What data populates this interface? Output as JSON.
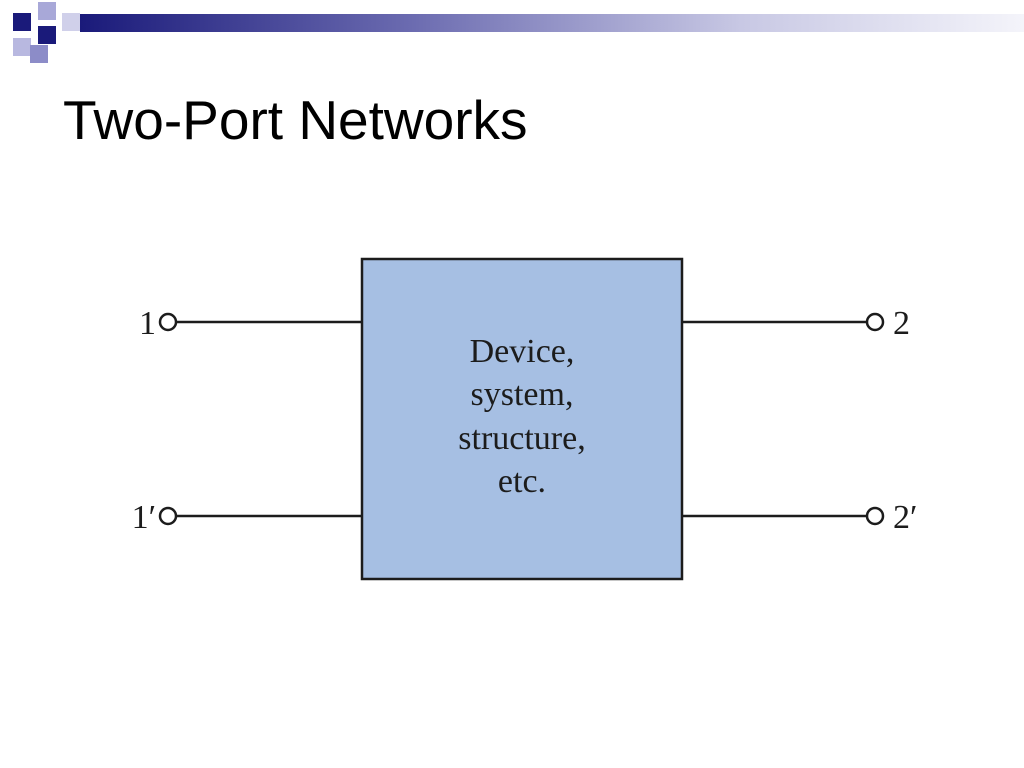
{
  "slide": {
    "title": "Two-Port Networks"
  },
  "diagram": {
    "box_lines": [
      "Device,",
      "system,",
      "structure,",
      "etc."
    ],
    "terminals": {
      "in_top": "1",
      "in_bottom": "1′",
      "out_top": "2",
      "out_bottom": "2′"
    },
    "colors": {
      "box_fill": "#a6bfe3",
      "line": "#1c1c1c",
      "accent_dark": "#1a1a7a"
    }
  }
}
